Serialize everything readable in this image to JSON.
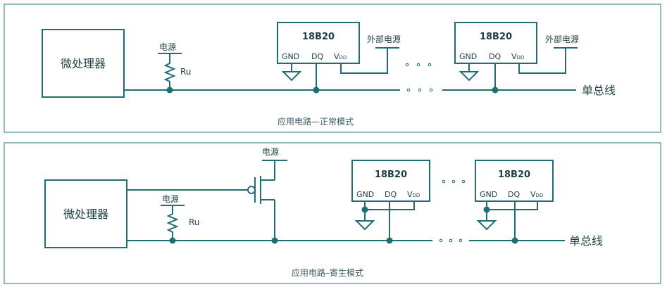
{
  "normal_mode": {
    "microprocessor": "微处理器",
    "pullup_supply": "电源",
    "pullup_resistor": "Ru",
    "chip1": {
      "name": "18B20",
      "pin_gnd": "GND",
      "pin_dq": "DQ",
      "pin_vdd": "V",
      "pin_vdd_sub": "DD",
      "external_supply": "外部电源"
    },
    "chip2": {
      "name": "18B20",
      "pin_gnd": "GND",
      "pin_dq": "DQ",
      "pin_vdd": "V",
      "pin_vdd_sub": "DD",
      "external_supply": "外部电源"
    },
    "bus_label": "单总线",
    "caption": "应用电路—正常模式"
  },
  "parasitic_mode": {
    "microprocessor": "微处理器",
    "mosfet_supply": "电源",
    "pullup_supply": "电源",
    "pullup_resistor": "Ru",
    "chip1": {
      "name": "18B20",
      "pin_gnd": "GND",
      "pin_dq": "DQ",
      "pin_vdd": "V",
      "pin_vdd_sub": "DD"
    },
    "chip2": {
      "name": "18B20",
      "pin_gnd": "GND",
      "pin_dq": "DQ",
      "pin_vdd": "V",
      "pin_vdd_sub": "DD"
    },
    "bus_label": "单总线",
    "caption": "应用电路–寄生模式"
  },
  "colors": {
    "wire": "#1e6e74",
    "frame": "#4a8f95",
    "text": "#1f3f44"
  }
}
